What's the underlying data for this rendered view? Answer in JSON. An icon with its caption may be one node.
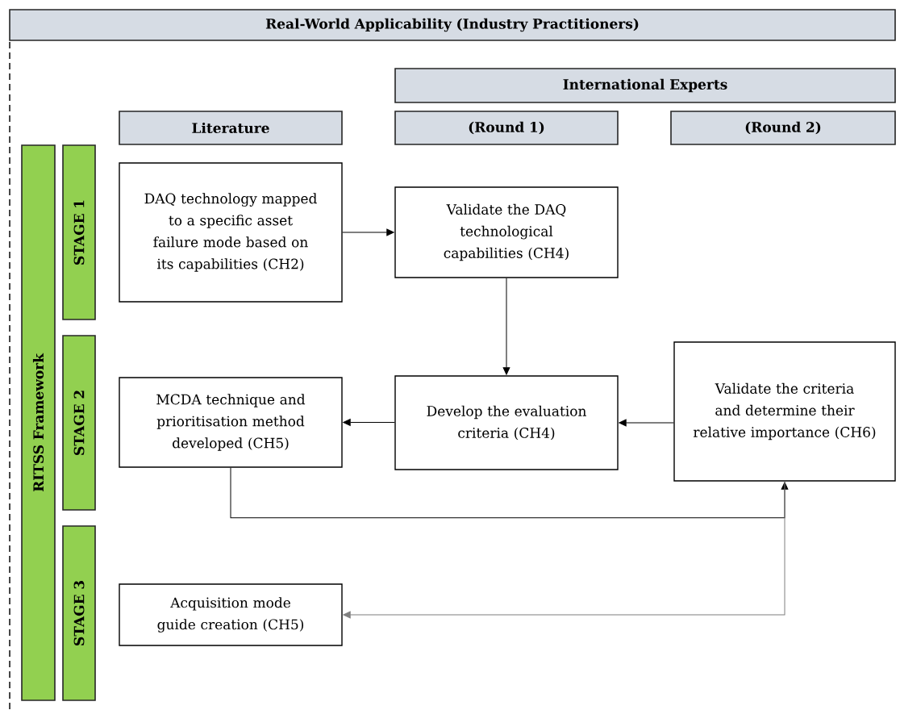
{
  "diagram": {
    "nodes": [
      {
        "text": [
          "Real-World Applicability (Industry Practitioners)"
        ]
      },
      {
        "text": [
          "International Experts"
        ]
      },
      {
        "text": [
          "Literature"
        ]
      },
      {
        "text": [
          "(Round 1)"
        ]
      },
      {
        "text": [
          "(Round 2)"
        ]
      },
      {
        "text": [
          "RITSS Framework"
        ]
      },
      {
        "text": [
          "STAGE 1"
        ]
      },
      {
        "text": [
          "STAGE 2"
        ]
      },
      {
        "text": [
          "STAGE 3"
        ]
      },
      {
        "text": [
          "DAQ technology mapped to a specific asset failure mode based on its capabilities (CH2)"
        ]
      },
      {
        "text": [
          "Validate the DAQ technological capabilities (CH4)"
        ]
      },
      {
        "text": [
          "MCDA technique and prioritisation method developed (CH5)"
        ]
      },
      {
        "text": [
          "Develop the evaluation criteria (CH4)"
        ]
      },
      {
        "text": [
          "Validate the criteria and determine their relative importance (CH6)"
        ]
      },
      {
        "text": [
          "Acquisition mode guide creation (CH5)"
        ]
      }
    ],
    "edges": [
      {
        "from": 9,
        "to": 10,
        "arrow": "to"
      },
      {
        "from": 10,
        "to": 12,
        "arrow": "to"
      },
      {
        "from": 12,
        "to": 11,
        "arrow": "to"
      },
      {
        "from": 13,
        "to": 12,
        "arrow": "to"
      },
      {
        "from": 11,
        "to": 13,
        "arrow": "to"
      },
      {
        "from": 13,
        "to": 14,
        "arrow": "to",
        "color": "#7f7f7f"
      }
    ]
  }
}
